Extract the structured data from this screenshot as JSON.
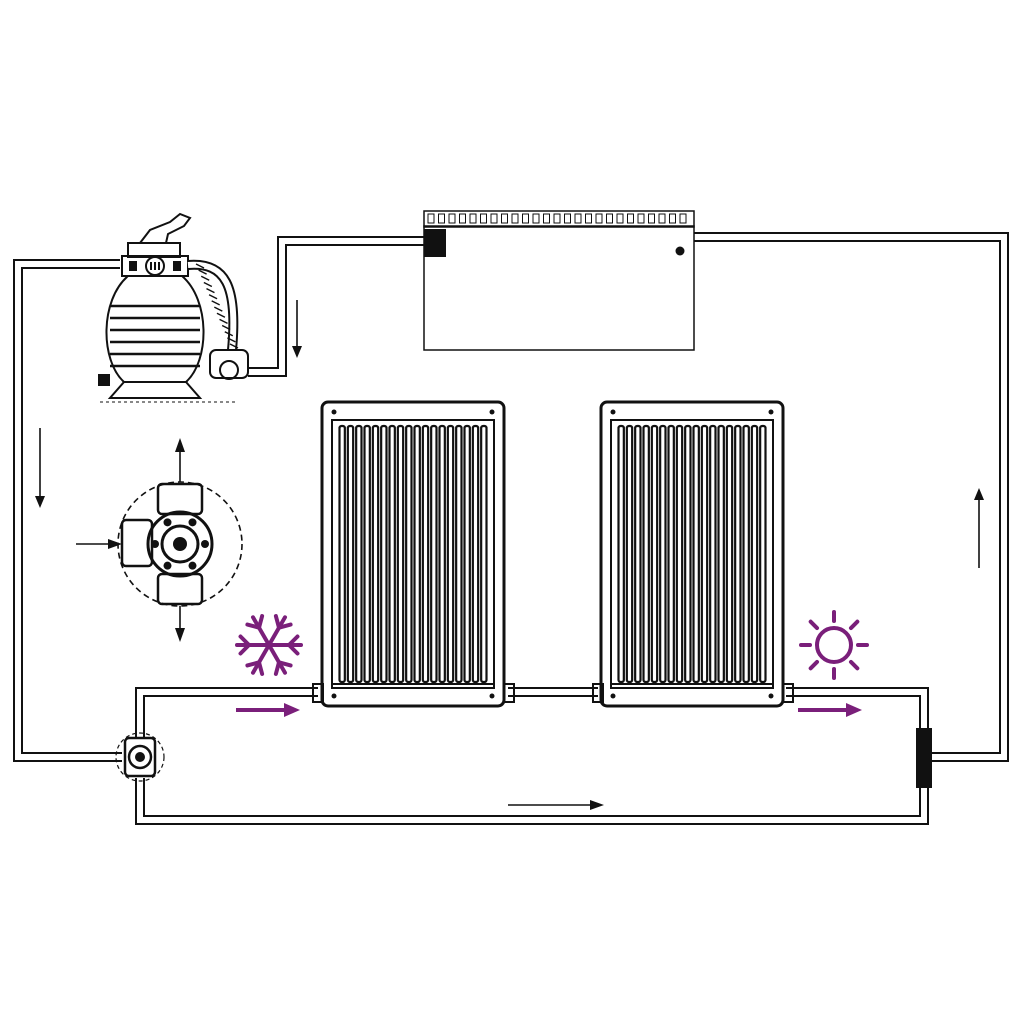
{
  "colors": {
    "line": "#111111",
    "background": "#ffffff",
    "accent": "#7a1f7a"
  },
  "icons": {
    "cold": "snowflake-icon",
    "hot": "sun-icon"
  },
  "components": [
    "sand-filter-pump",
    "pool",
    "solar-collector-panel",
    "solar-collector-panel",
    "bypass-valve",
    "bypass-valve-detail"
  ],
  "flow_arrows": {
    "pipe": [
      "down",
      "down",
      "up",
      "right"
    ],
    "valve_detail": [
      "up",
      "down",
      "right"
    ],
    "accent": [
      "right",
      "right"
    ]
  }
}
